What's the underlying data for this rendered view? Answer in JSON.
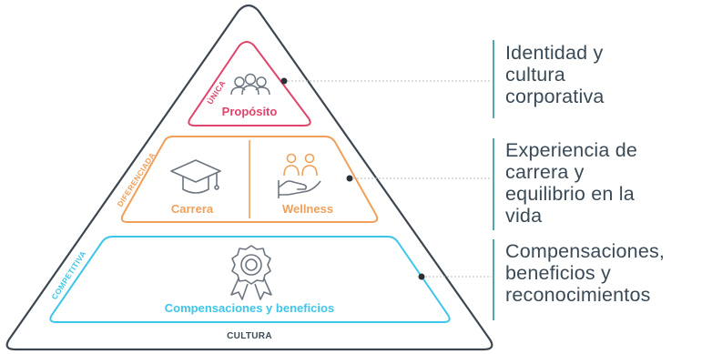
{
  "levels": {
    "top": {
      "side_label": "ÚNICA",
      "title": "Propósito",
      "icon": "people-group-icon",
      "color": "#e0446b"
    },
    "middle": {
      "side_label": "DIFERENCIADA",
      "left_title": "Carrera",
      "left_icon": "graduation-cap-icon",
      "right_title": "Wellness",
      "right_icon": "care-hand-people-icon",
      "color": "#f0a05a"
    },
    "bottom": {
      "side_label": "COMPETITIVA",
      "title": "Compensaciones y beneficios",
      "icon": "award-badge-icon",
      "color": "#3ec6ea"
    },
    "base_label": "CULTURA"
  },
  "annotations": [
    {
      "lines": [
        "Identidad y",
        "cultura",
        "corporativa"
      ]
    },
    {
      "lines": [
        "Experiencia de",
        "carrera y",
        "equilibrio en la",
        "vida"
      ]
    },
    {
      "lines": [
        "Compensaciones,",
        "beneficios y",
        "reconocimientos"
      ]
    }
  ],
  "colors": {
    "outline": "#3d4650",
    "text_dark": "#3a4a57",
    "bar": "#2a8f8f"
  }
}
